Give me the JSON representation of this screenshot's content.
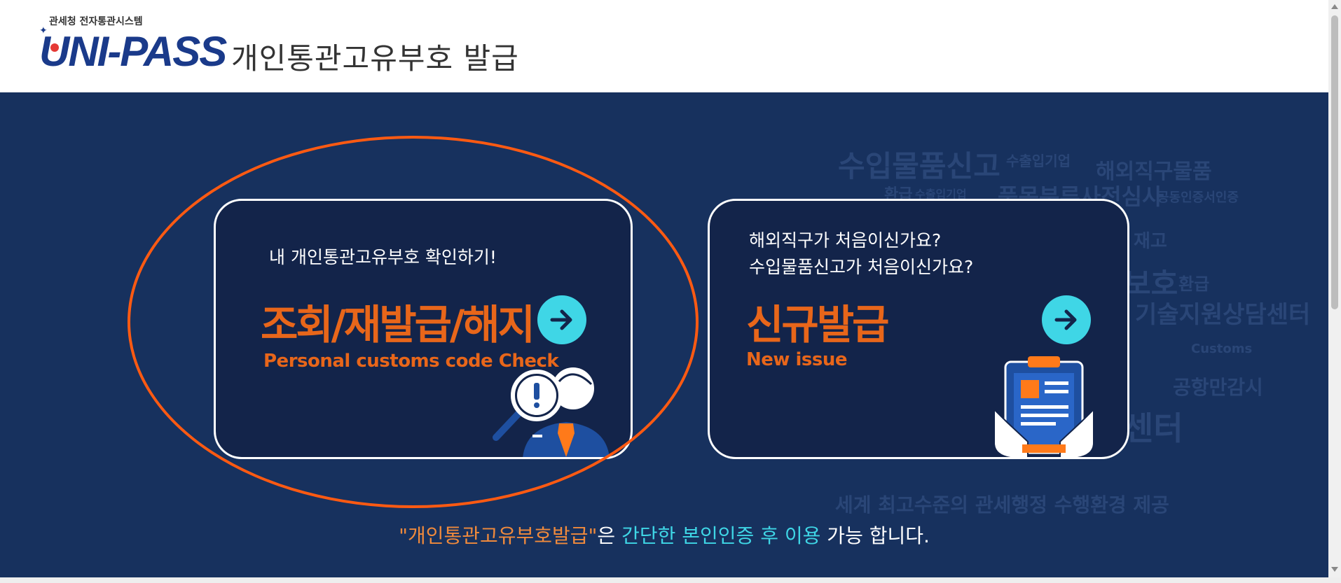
{
  "header": {
    "logo_top_text": "관세청 전자통관시스템",
    "logo_text": "UNI-PASS",
    "page_title": "개인통관고유부호 발급"
  },
  "cards": {
    "check": {
      "description": "내 개인통관고유부호 확인하기!",
      "title": "조회/재발급/해지",
      "subtitle": "Personal customs code Check"
    },
    "new": {
      "description_line1": "해외직구가 처음이신가요?",
      "description_line2": "수입물품신고가 처음이신가요?",
      "title": "신규발급",
      "subtitle": "New issue"
    }
  },
  "notice": {
    "part1": "\"개인통관고유부호발급\"",
    "part2": "은 ",
    "part3": "간단한 본인인증 후 이용",
    "part4": " 가능 합니다."
  },
  "wordcloud": {
    "w1": "수입물품신고",
    "w2": "수출입기업",
    "w3": "해외직구물품",
    "w4": "환급",
    "w5": "수출입기업",
    "w6": "품목분류사전심사",
    "w7": "공동인증서인증",
    "w8": "재고",
    "w9": "보호",
    "w10": "환급",
    "w11": "기술지원상담센터",
    "w12": "Customs",
    "w13": "공항만감시",
    "w14": "센터",
    "w15": "세계 최고수준의 관세행정 수행환경 제공"
  },
  "colors": {
    "background": "#17315e",
    "card_bg": "#13244a",
    "accent_orange": "#e8661a",
    "accent_cyan": "#3fd6e6",
    "highlight_circle": "#ff5a12"
  },
  "icons": {
    "arrow": "arrow-right-icon",
    "check_illustration": "inspector-magnifier-icon",
    "new_illustration": "clipboard-document-icon"
  }
}
